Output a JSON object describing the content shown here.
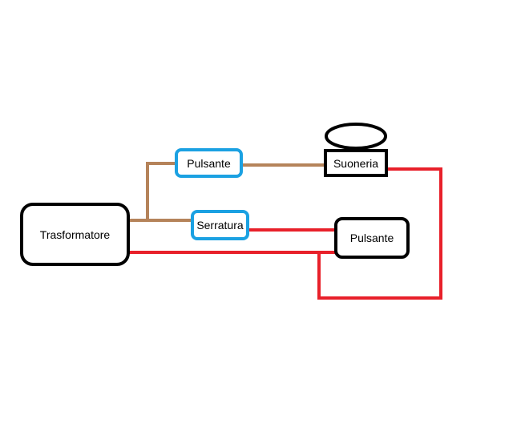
{
  "colors": {
    "brown_wire": "#b5835a",
    "red_wire": "#e8202a",
    "blue_border": "#1ba1e2",
    "black_border": "#000000"
  },
  "components": {
    "trasformatore": "Trasformatore",
    "pulsante_top": "Pulsante",
    "serratura": "Serratura",
    "suoneria": "Suoneria",
    "pulsante_right": "Pulsante"
  }
}
